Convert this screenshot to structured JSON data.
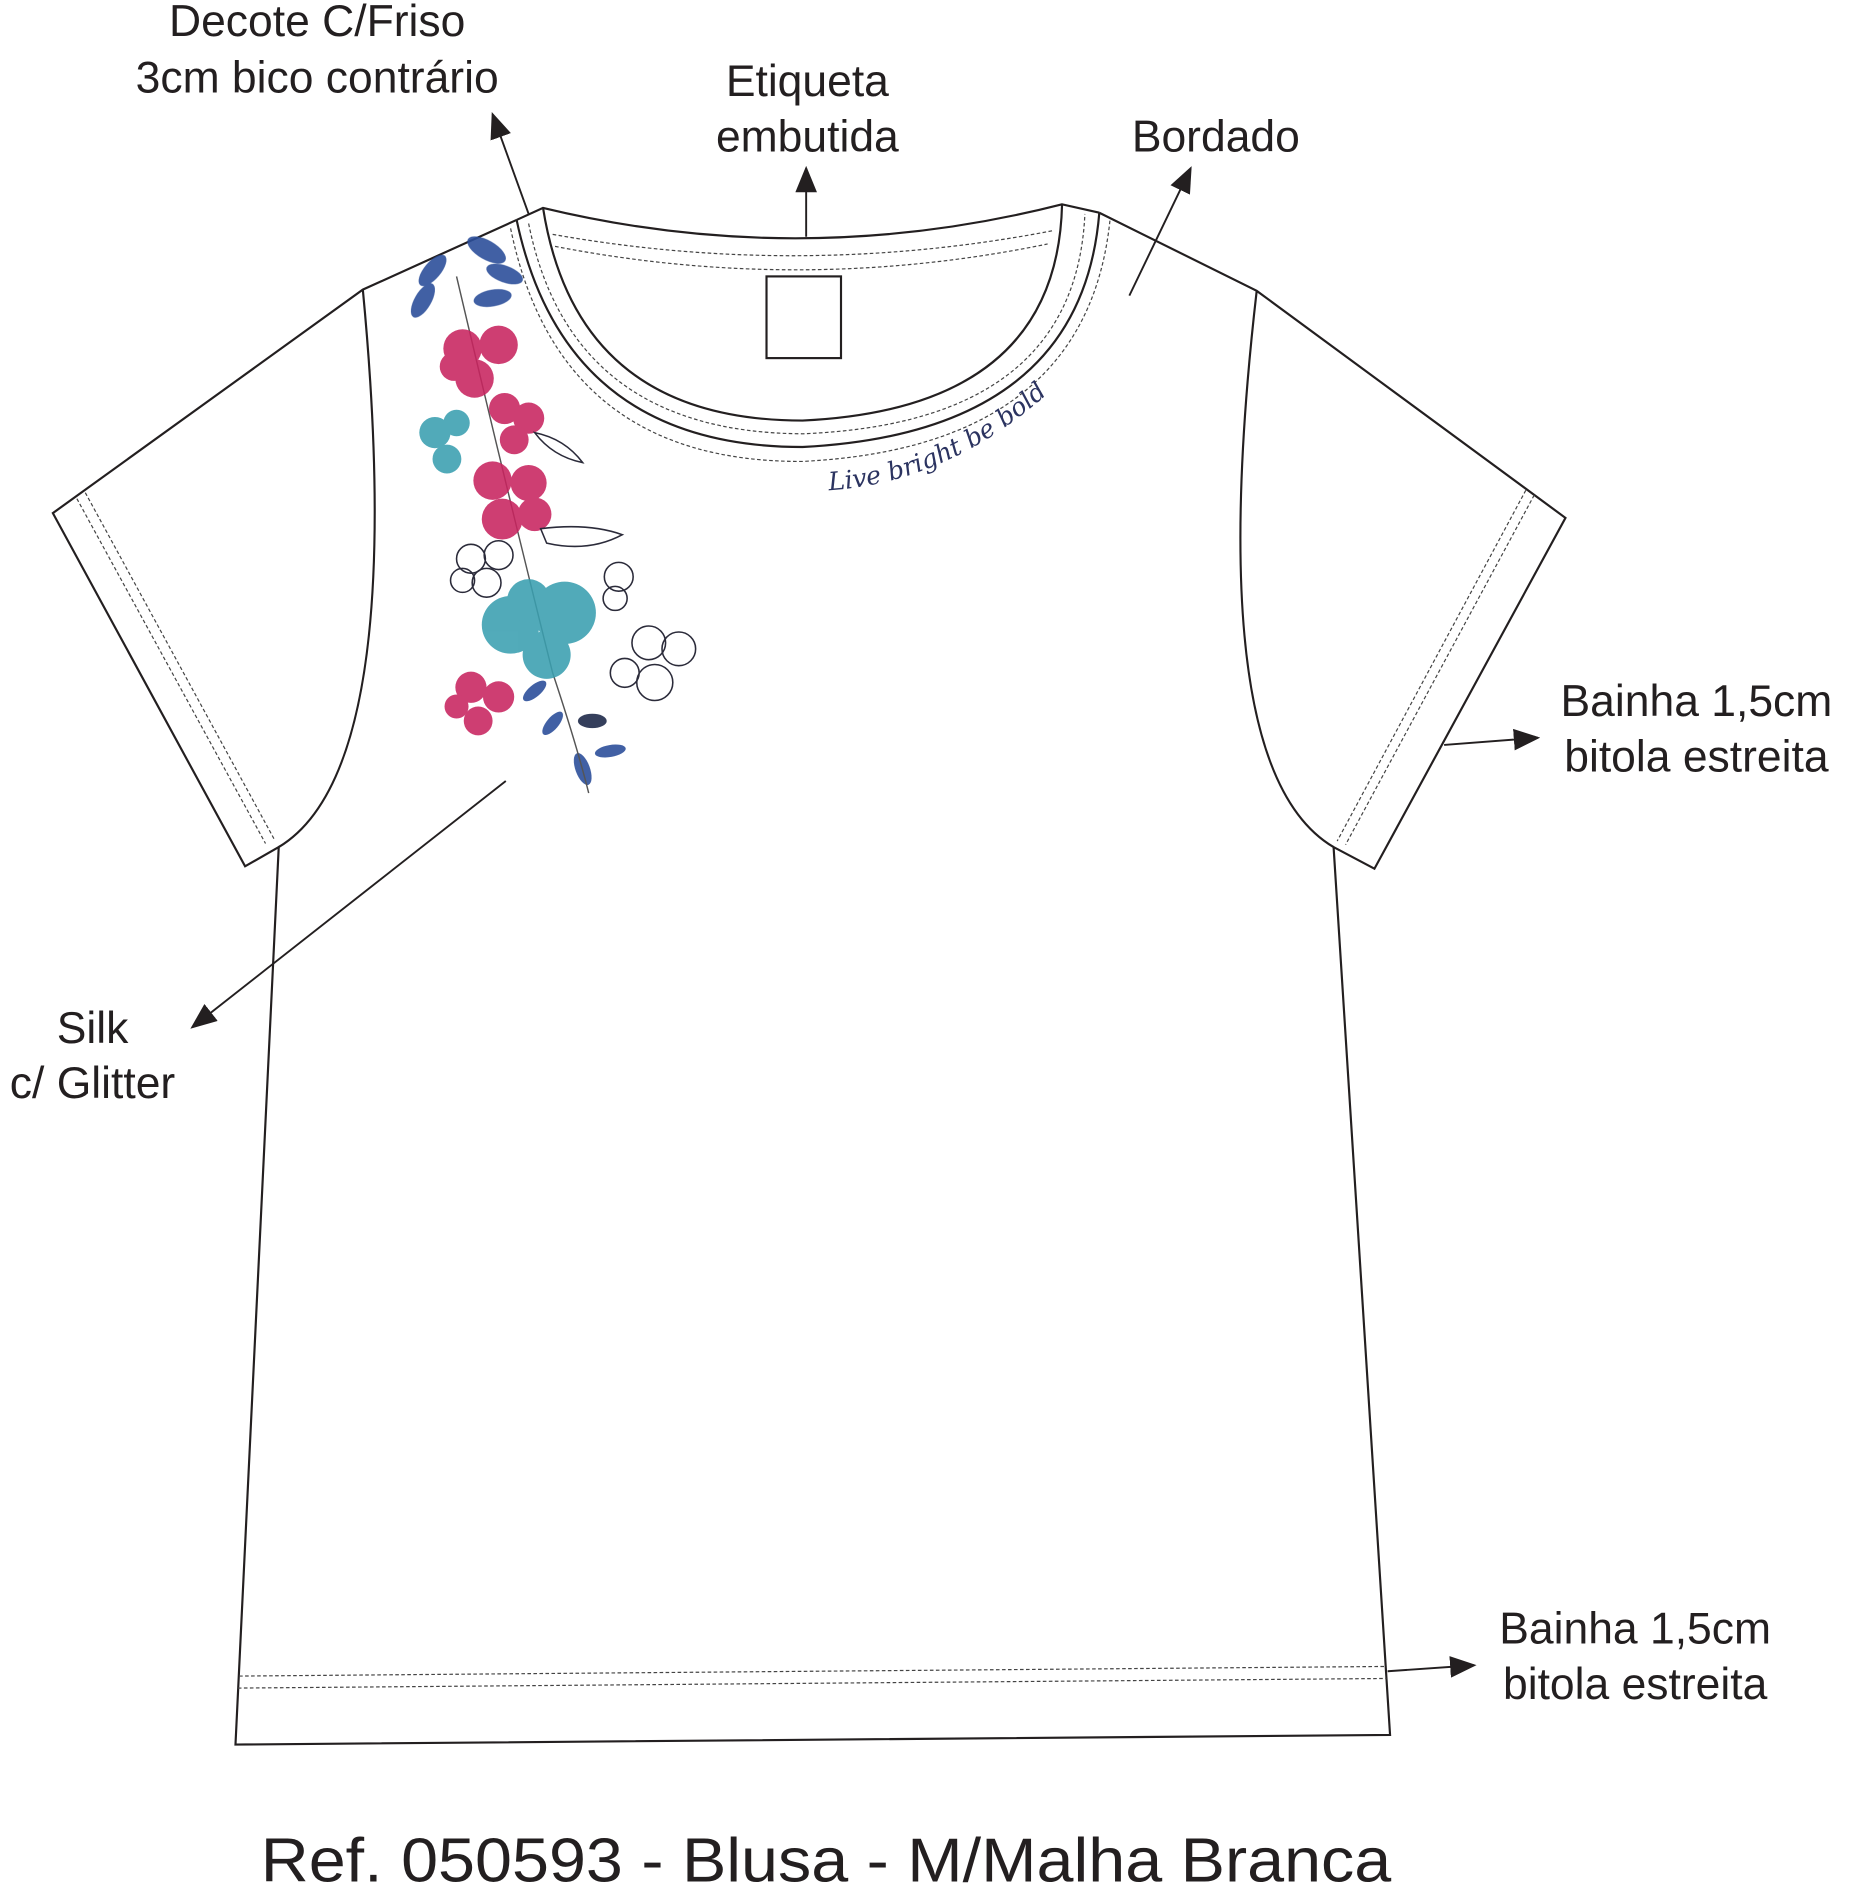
{
  "labels": {
    "neckline": [
      "Decote C/Friso",
      "3cm bico contrário"
    ],
    "tag": [
      "Etiqueta",
      "embutida"
    ],
    "embroidery": [
      "Bordado"
    ],
    "sleeve_hem": [
      "Bainha 1,5cm",
      "bitola estreita"
    ],
    "print": [
      "Silk",
      "c/ Glitter"
    ],
    "body_hem": [
      "Bainha 1,5cm",
      "bitola estreita"
    ]
  },
  "embroidery_text": "Live bright be bold",
  "title": "Ref. 050593 - Blusa - M/Malha Branca",
  "colors": {
    "outline": "#231f20",
    "flower_pink": "#c8245f",
    "flower_teal": "#3a9fb0",
    "leaf_blue": "#2c4f9a",
    "embroidery": "#2b3360"
  }
}
